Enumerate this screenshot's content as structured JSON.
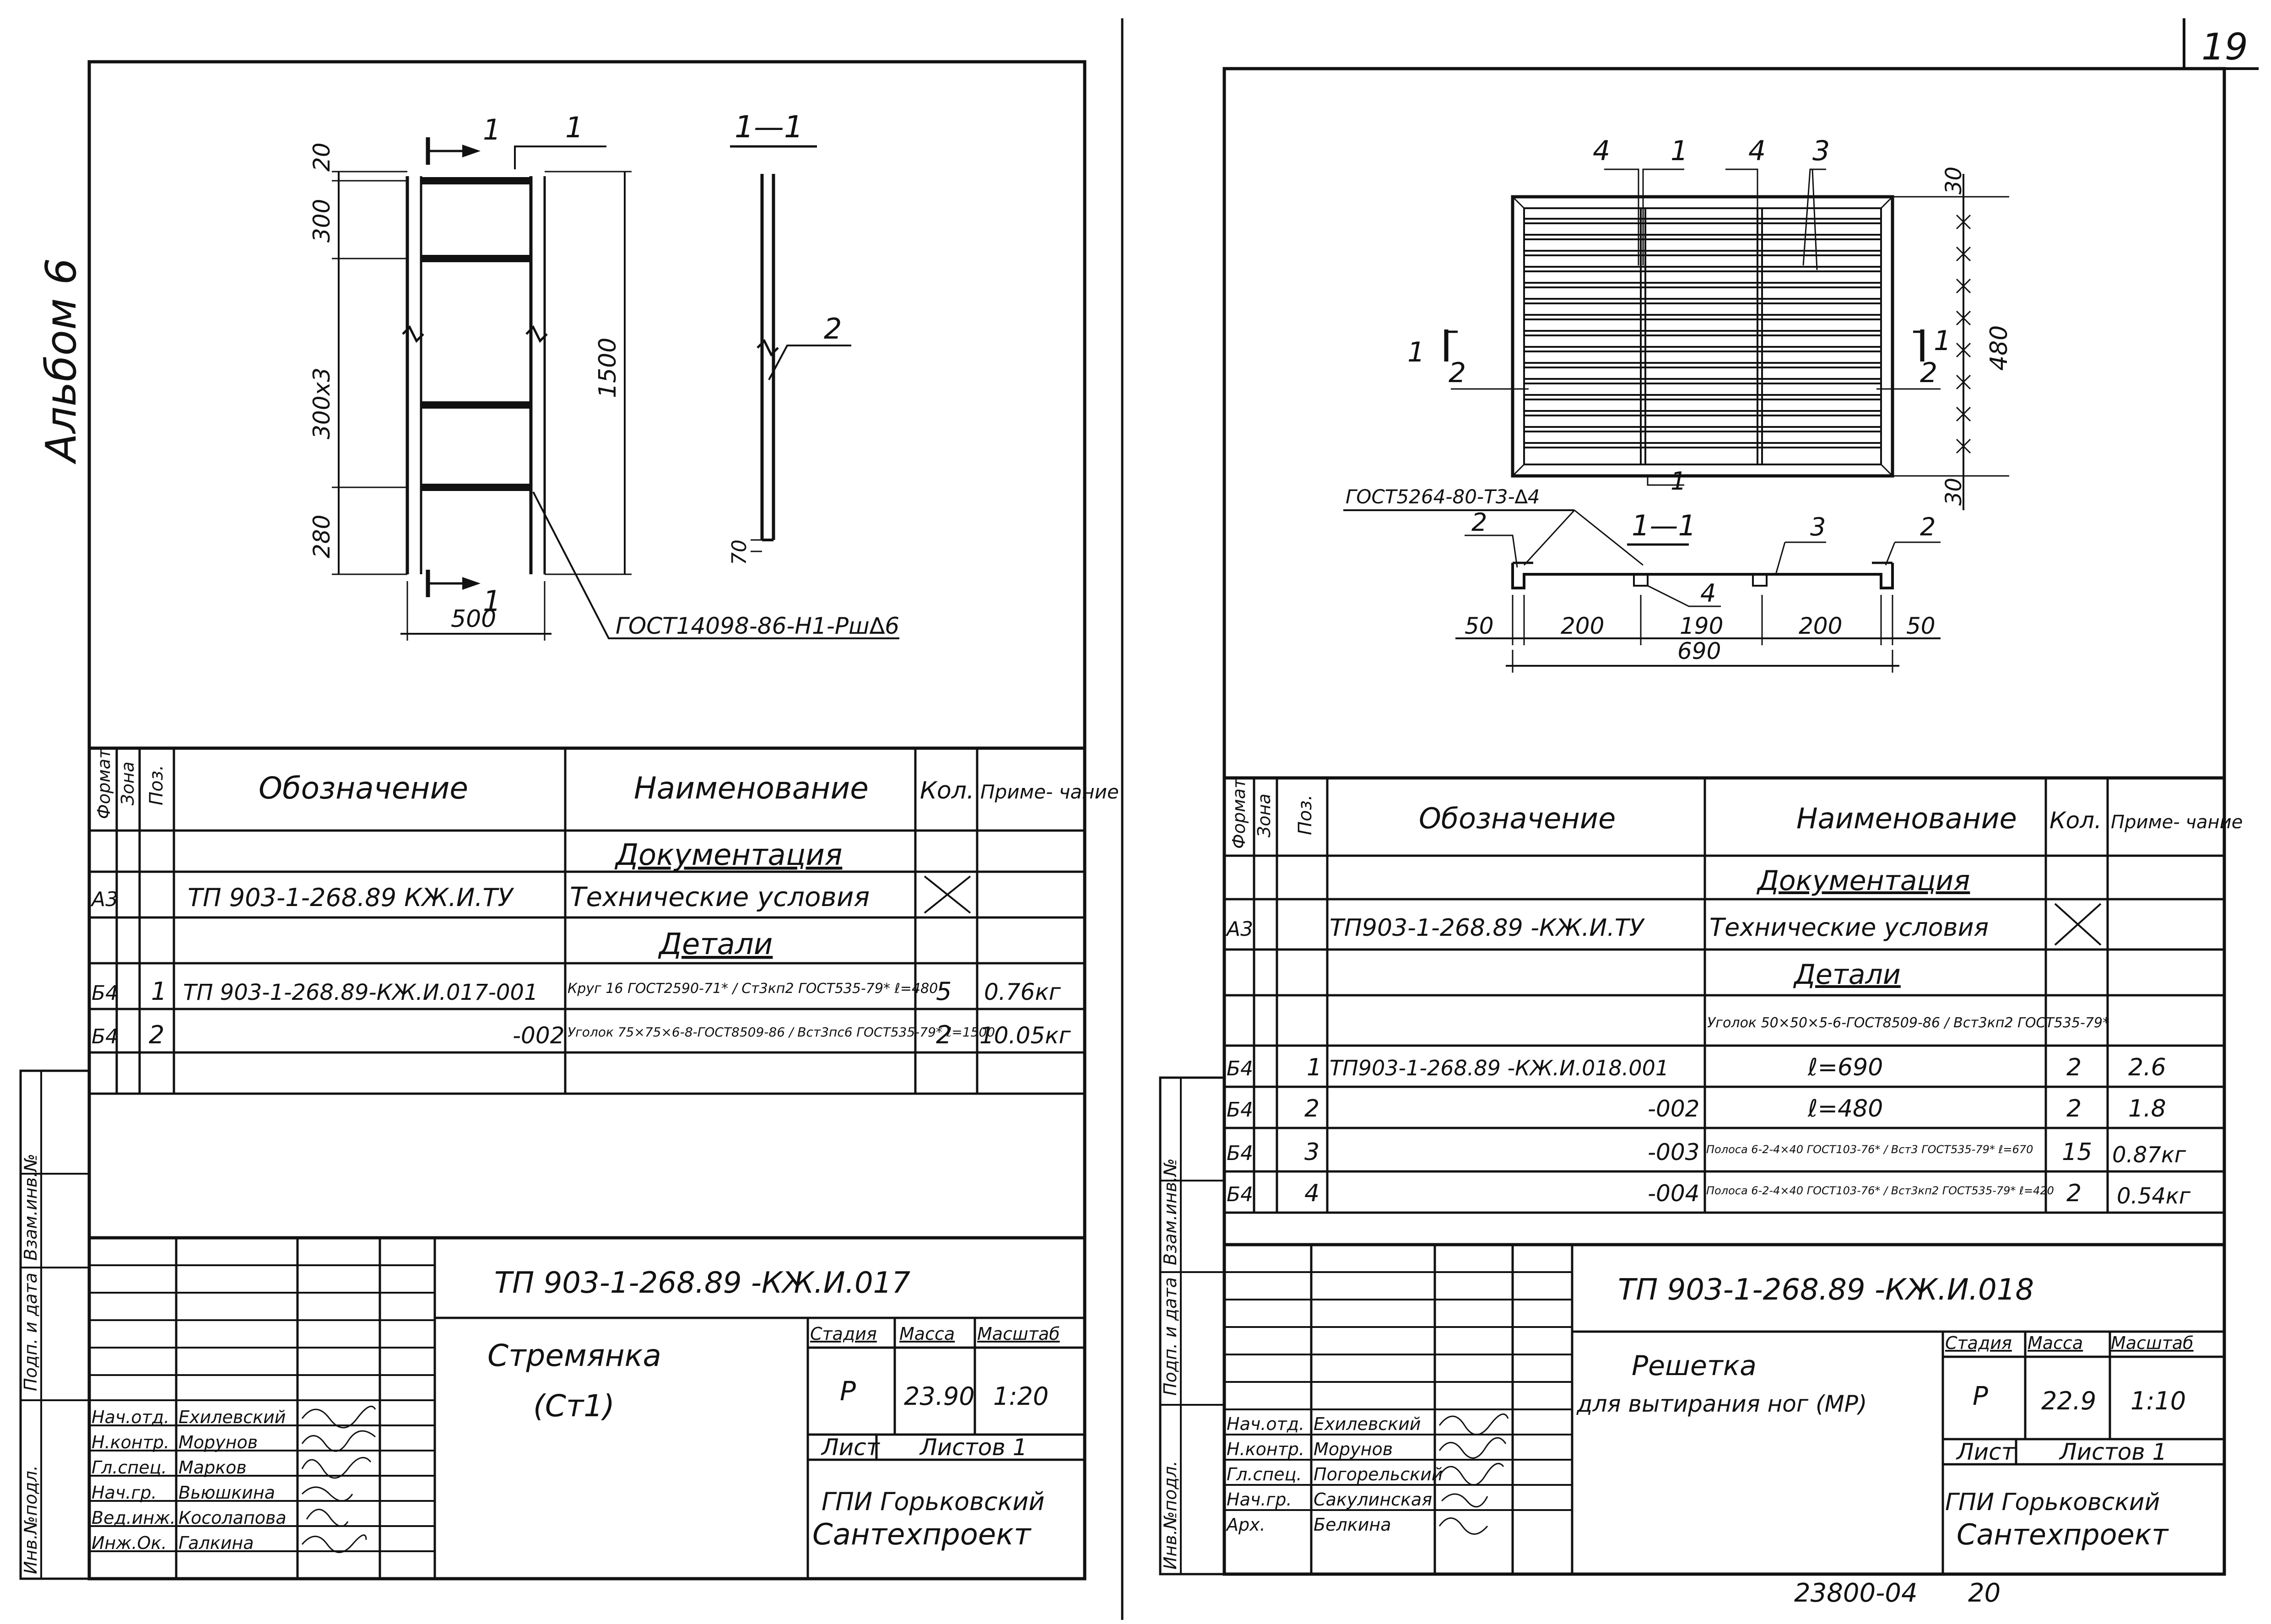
{
  "page_number": "19",
  "album": "Альбом 6",
  "archive_number": "23800-04",
  "archive_page": "20",
  "side_strip": [
    "Инв.№подл.",
    "Подп. и дата",
    "Взам.инв.№"
  ],
  "spec_headers": {
    "format": "Формат",
    "zone": "Зона",
    "pos": "Поз.",
    "designation": "Обозначение",
    "name": "Наименование",
    "qty": "Кол.",
    "note": "Приме- чание"
  },
  "roles": [
    "Нач.отд.",
    "Н.контр.",
    "Гл.спец.",
    "Нач.гр.",
    "Вед.инж.",
    "Инж.Ок."
  ],
  "stamp_headers": {
    "stage": "Стадия",
    "mass": "Масса",
    "scale": "Масштаб",
    "sheet": "Лист",
    "sheets": "Листов 1"
  },
  "left": {
    "drawing": {
      "cut_label": "1",
      "part_label": "1",
      "section_title": "1—1",
      "pos2": "2",
      "dims_vertical": [
        "20",
        "300",
        "300х3",
        "280"
      ],
      "dim_total": "1500",
      "dim_70": "70",
      "dim_width": "500",
      "weld_note": "ГОСТ14098-86-Н1-Рш∆6"
    },
    "spec_rows": [
      {
        "format": "",
        "zone": "",
        "pos": "",
        "designation": "",
        "name": "Документация",
        "qty": "",
        "note": ""
      },
      {
        "format": "А3",
        "zone": "",
        "pos": "",
        "designation": "ТП 903-1-268.89  КЖ.И.ТУ",
        "name": "Технические условия",
        "qty": "",
        "note": ""
      },
      {
        "format": "",
        "zone": "",
        "pos": "",
        "designation": "",
        "name": "Детали",
        "qty": "",
        "note": ""
      },
      {
        "format": "Б4",
        "zone": "",
        "pos": "1",
        "designation": "ТП 903-1-268.89-КЖ.И.017-001",
        "name": "Круг 16 ГОСТ2590-71* / Ст3кп2 ГОСТ535-79* ℓ=480",
        "qty": "5",
        "note": "0.76кг"
      },
      {
        "format": "Б4",
        "zone": "",
        "pos": "2",
        "designation": "-002",
        "name": "Уголок 75×75×6-8-ГОСТ8509-86 / Вст3пс6 ГОСТ535-79* ℓ=1500",
        "qty": "2",
        "note": "10.05кг"
      }
    ],
    "people": [
      "Ехилевский",
      "Морунов",
      "Марков",
      "Вьюшкина",
      "Косолапова",
      "Галкина"
    ],
    "doc_code": "ТП  903-1-268.89      -КЖ.И.017",
    "title": "Стремянка",
    "subtitle": "(Ст1)",
    "stage": "Р",
    "mass": "23.90",
    "scale": "1:20",
    "org1": "ГПИ Горьковский",
    "org2": "Сантехпроект"
  },
  "right": {
    "drawing": {
      "leaders_top": [
        "4",
        "1",
        "4",
        "3"
      ],
      "cut_label": "1",
      "pos2": "2",
      "pos1_bottom": "1",
      "dims_vertical": [
        "30",
        "480",
        "30"
      ],
      "weld_note": "ГОСТ5264-80-Т3-∆4",
      "section_title": "1—1",
      "section_leaders": [
        "2",
        "3",
        "2",
        "4"
      ],
      "dims_horizontal": [
        "50",
        "200",
        "190",
        "200",
        "50"
      ],
      "dim_total": "690"
    },
    "spec_rows": [
      {
        "format": "",
        "zone": "",
        "pos": "",
        "designation": "",
        "name": "Документация",
        "qty": "",
        "note": ""
      },
      {
        "format": "А3",
        "zone": "",
        "pos": "",
        "designation": "ТП903-1-268.89    -КЖ.И.ТУ",
        "name": "Технические условия",
        "qty": "",
        "note": ""
      },
      {
        "format": "",
        "zone": "",
        "pos": "",
        "designation": "",
        "name": "Детали",
        "qty": "",
        "note": ""
      },
      {
        "format": "",
        "zone": "",
        "pos": "",
        "designation": "",
        "name": "Уголок 50×50×5-6-ГОСТ8509-86 / Вст3кп2 ГОСТ535-79*",
        "qty": "",
        "note": ""
      },
      {
        "format": "Б4",
        "zone": "",
        "pos": "1",
        "designation": "ТП903-1-268.89  -КЖ.И.018.001",
        "name": "ℓ=690",
        "qty": "2",
        "note": "2.6"
      },
      {
        "format": "Б4",
        "zone": "",
        "pos": "2",
        "designation": "-002",
        "name": "ℓ=480",
        "qty": "2",
        "note": "1.8"
      },
      {
        "format": "Б4",
        "zone": "",
        "pos": "3",
        "designation": "-003",
        "name": "Полоса 6-2-4×40 ГОСТ103-76* / Вст3 ГОСТ535-79* ℓ=670",
        "qty": "15",
        "note": "0.87кг"
      },
      {
        "format": "Б4",
        "zone": "",
        "pos": "4",
        "designation": "-004",
        "name": "Полоса 6-2-4×40 ГОСТ103-76* / Вст3кп2 ГОСТ535-79* ℓ=420",
        "qty": "2",
        "note": "0.54кг"
      }
    ],
    "roles": [
      "Нач.отд.",
      "Н.контр.",
      "Гл.спец.",
      "Нач.гр.",
      "Арх."
    ],
    "people": [
      "Ехилевский",
      "Морунов",
      "Погорельский",
      "Сакулинская",
      "Белкина"
    ],
    "doc_code": "ТП   903-1-268.89     -КЖ.И.018",
    "title": "Решетка",
    "subtitle": "для вытирания ног (МР)",
    "stage": "Р",
    "mass": "22.9",
    "scale": "1:10",
    "org1": "ГПИ Горьковский",
    "org2": "Сантехпроект"
  }
}
